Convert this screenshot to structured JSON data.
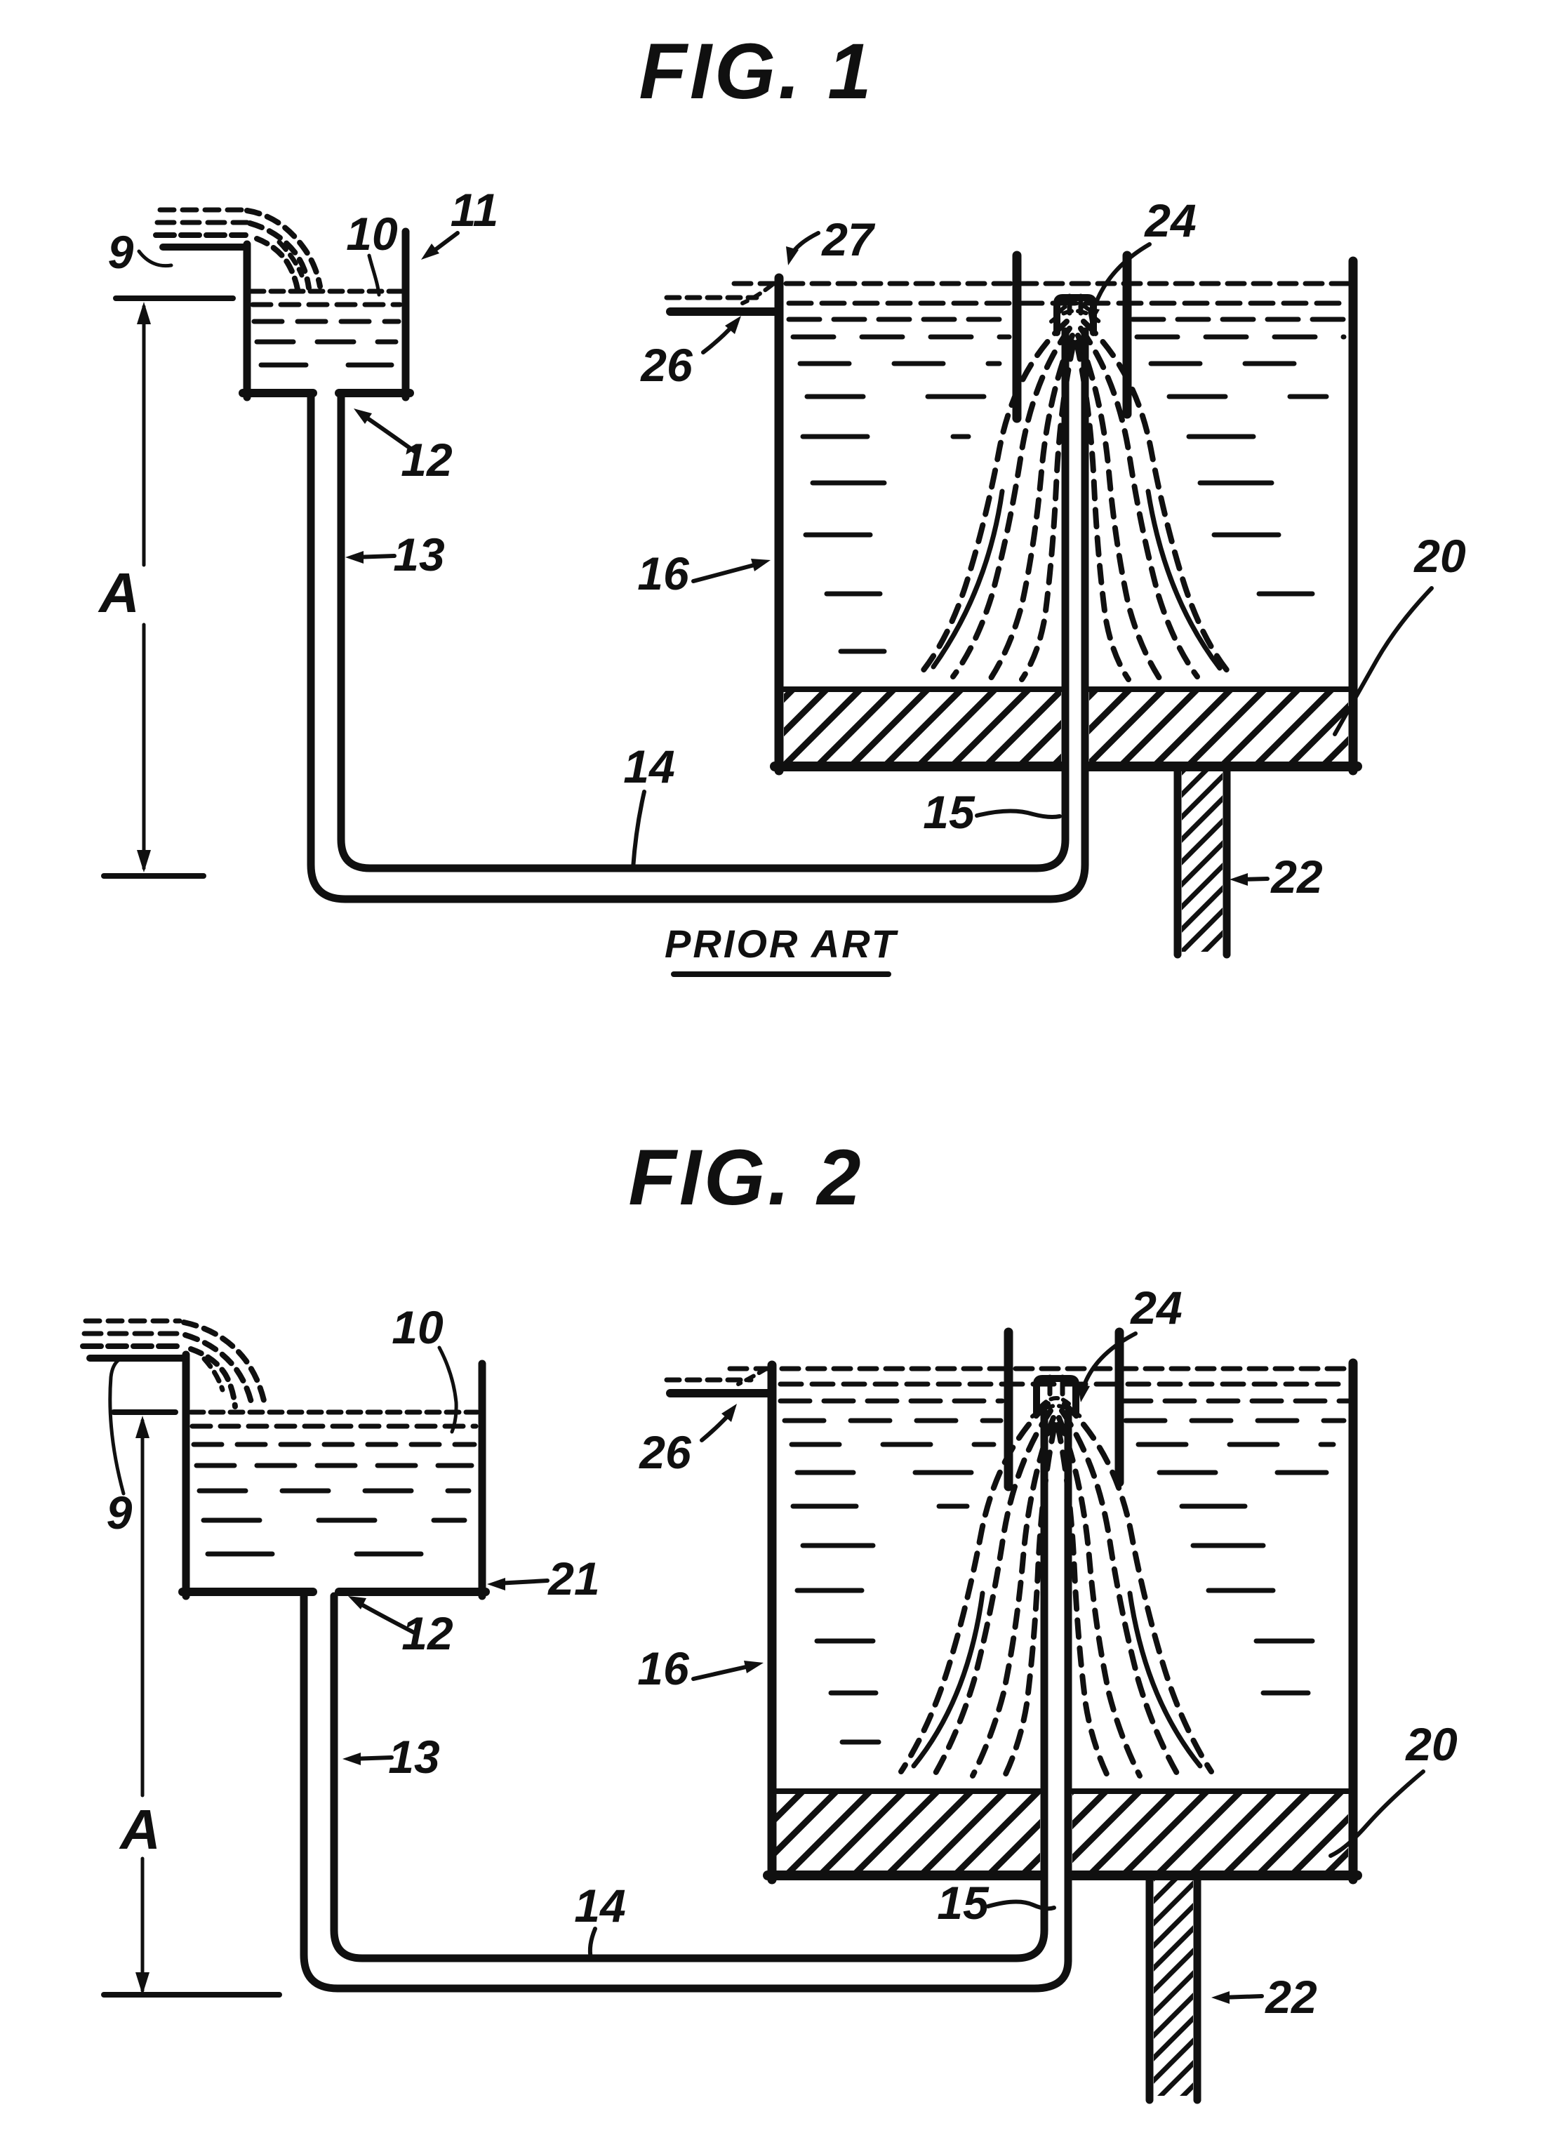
{
  "page": {
    "background": "#ffffff",
    "ink": "#101010"
  },
  "fig1": {
    "title": "FIG. 1",
    "caption": "PRIOR ART",
    "dim_label": "A",
    "labels": {
      "n9": "9",
      "n10": "10",
      "n11": "11",
      "n12": "12",
      "n13": "13",
      "n14": "14",
      "n15": "15",
      "n16": "16",
      "n20": "20",
      "n22": "22",
      "n24": "24",
      "n26": "26",
      "n27": "27"
    }
  },
  "fig2": {
    "title": "FIG. 2",
    "dim_label": "A",
    "labels": {
      "n9": "9",
      "n10": "10",
      "n12": "12",
      "n13": "13",
      "n14": "14",
      "n15": "15",
      "n16": "16",
      "n20": "20",
      "n21": "21",
      "n22": "22",
      "n24": "24",
      "n26": "26"
    }
  }
}
